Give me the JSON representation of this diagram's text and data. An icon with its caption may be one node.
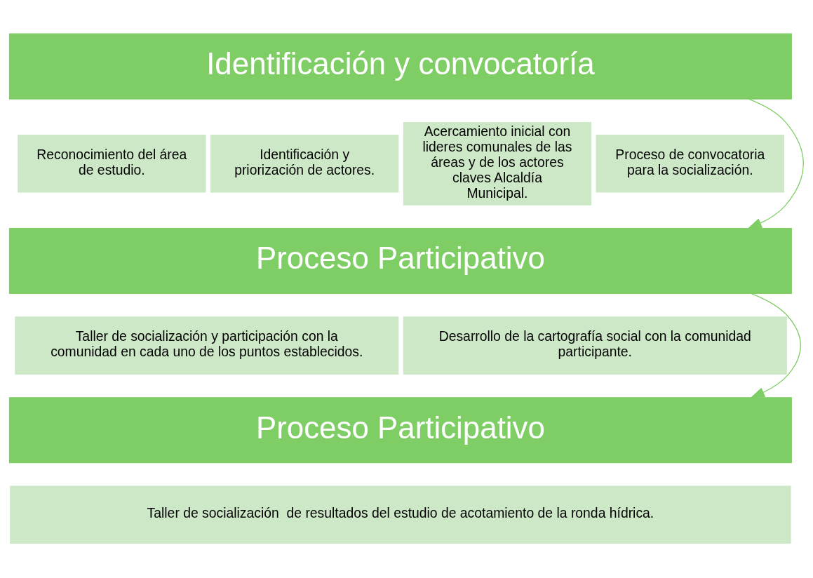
{
  "diagram": {
    "nodes": [
      {
        "text": [
          "Identificación y convocatoría"
        ]
      },
      {
        "text": [
          "Reconocimiento del área de estudio."
        ]
      },
      {
        "text": [
          "Identificación y priorización de actores."
        ]
      },
      {
        "text": [
          "Acercamiento inicial con lideres comunales de las áreas y de los actores claves Alcaldía Municipal."
        ]
      },
      {
        "text": [
          "Proceso de convocatoria para la socialización."
        ]
      },
      {
        "text": [
          "Proceso Participativo"
        ]
      },
      {
        "text": [
          "Taller de socialización y participación con la comunidad en cada uno de los puntos establecidos."
        ]
      },
      {
        "text": [
          "Desarrollo de la cartografía social con la comunidad participante."
        ]
      },
      {
        "text": [
          "Proceso Participativo"
        ]
      },
      {
        "text": [
          "Taller de socialización  de resultados del estudio de acotamiento de la ronda hídrica."
        ]
      }
    ],
    "edges": [
      {
        "from": 0,
        "to": 5,
        "arrow": "to"
      },
      {
        "from": 5,
        "to": 8,
        "arrow": "to"
      }
    ]
  }
}
